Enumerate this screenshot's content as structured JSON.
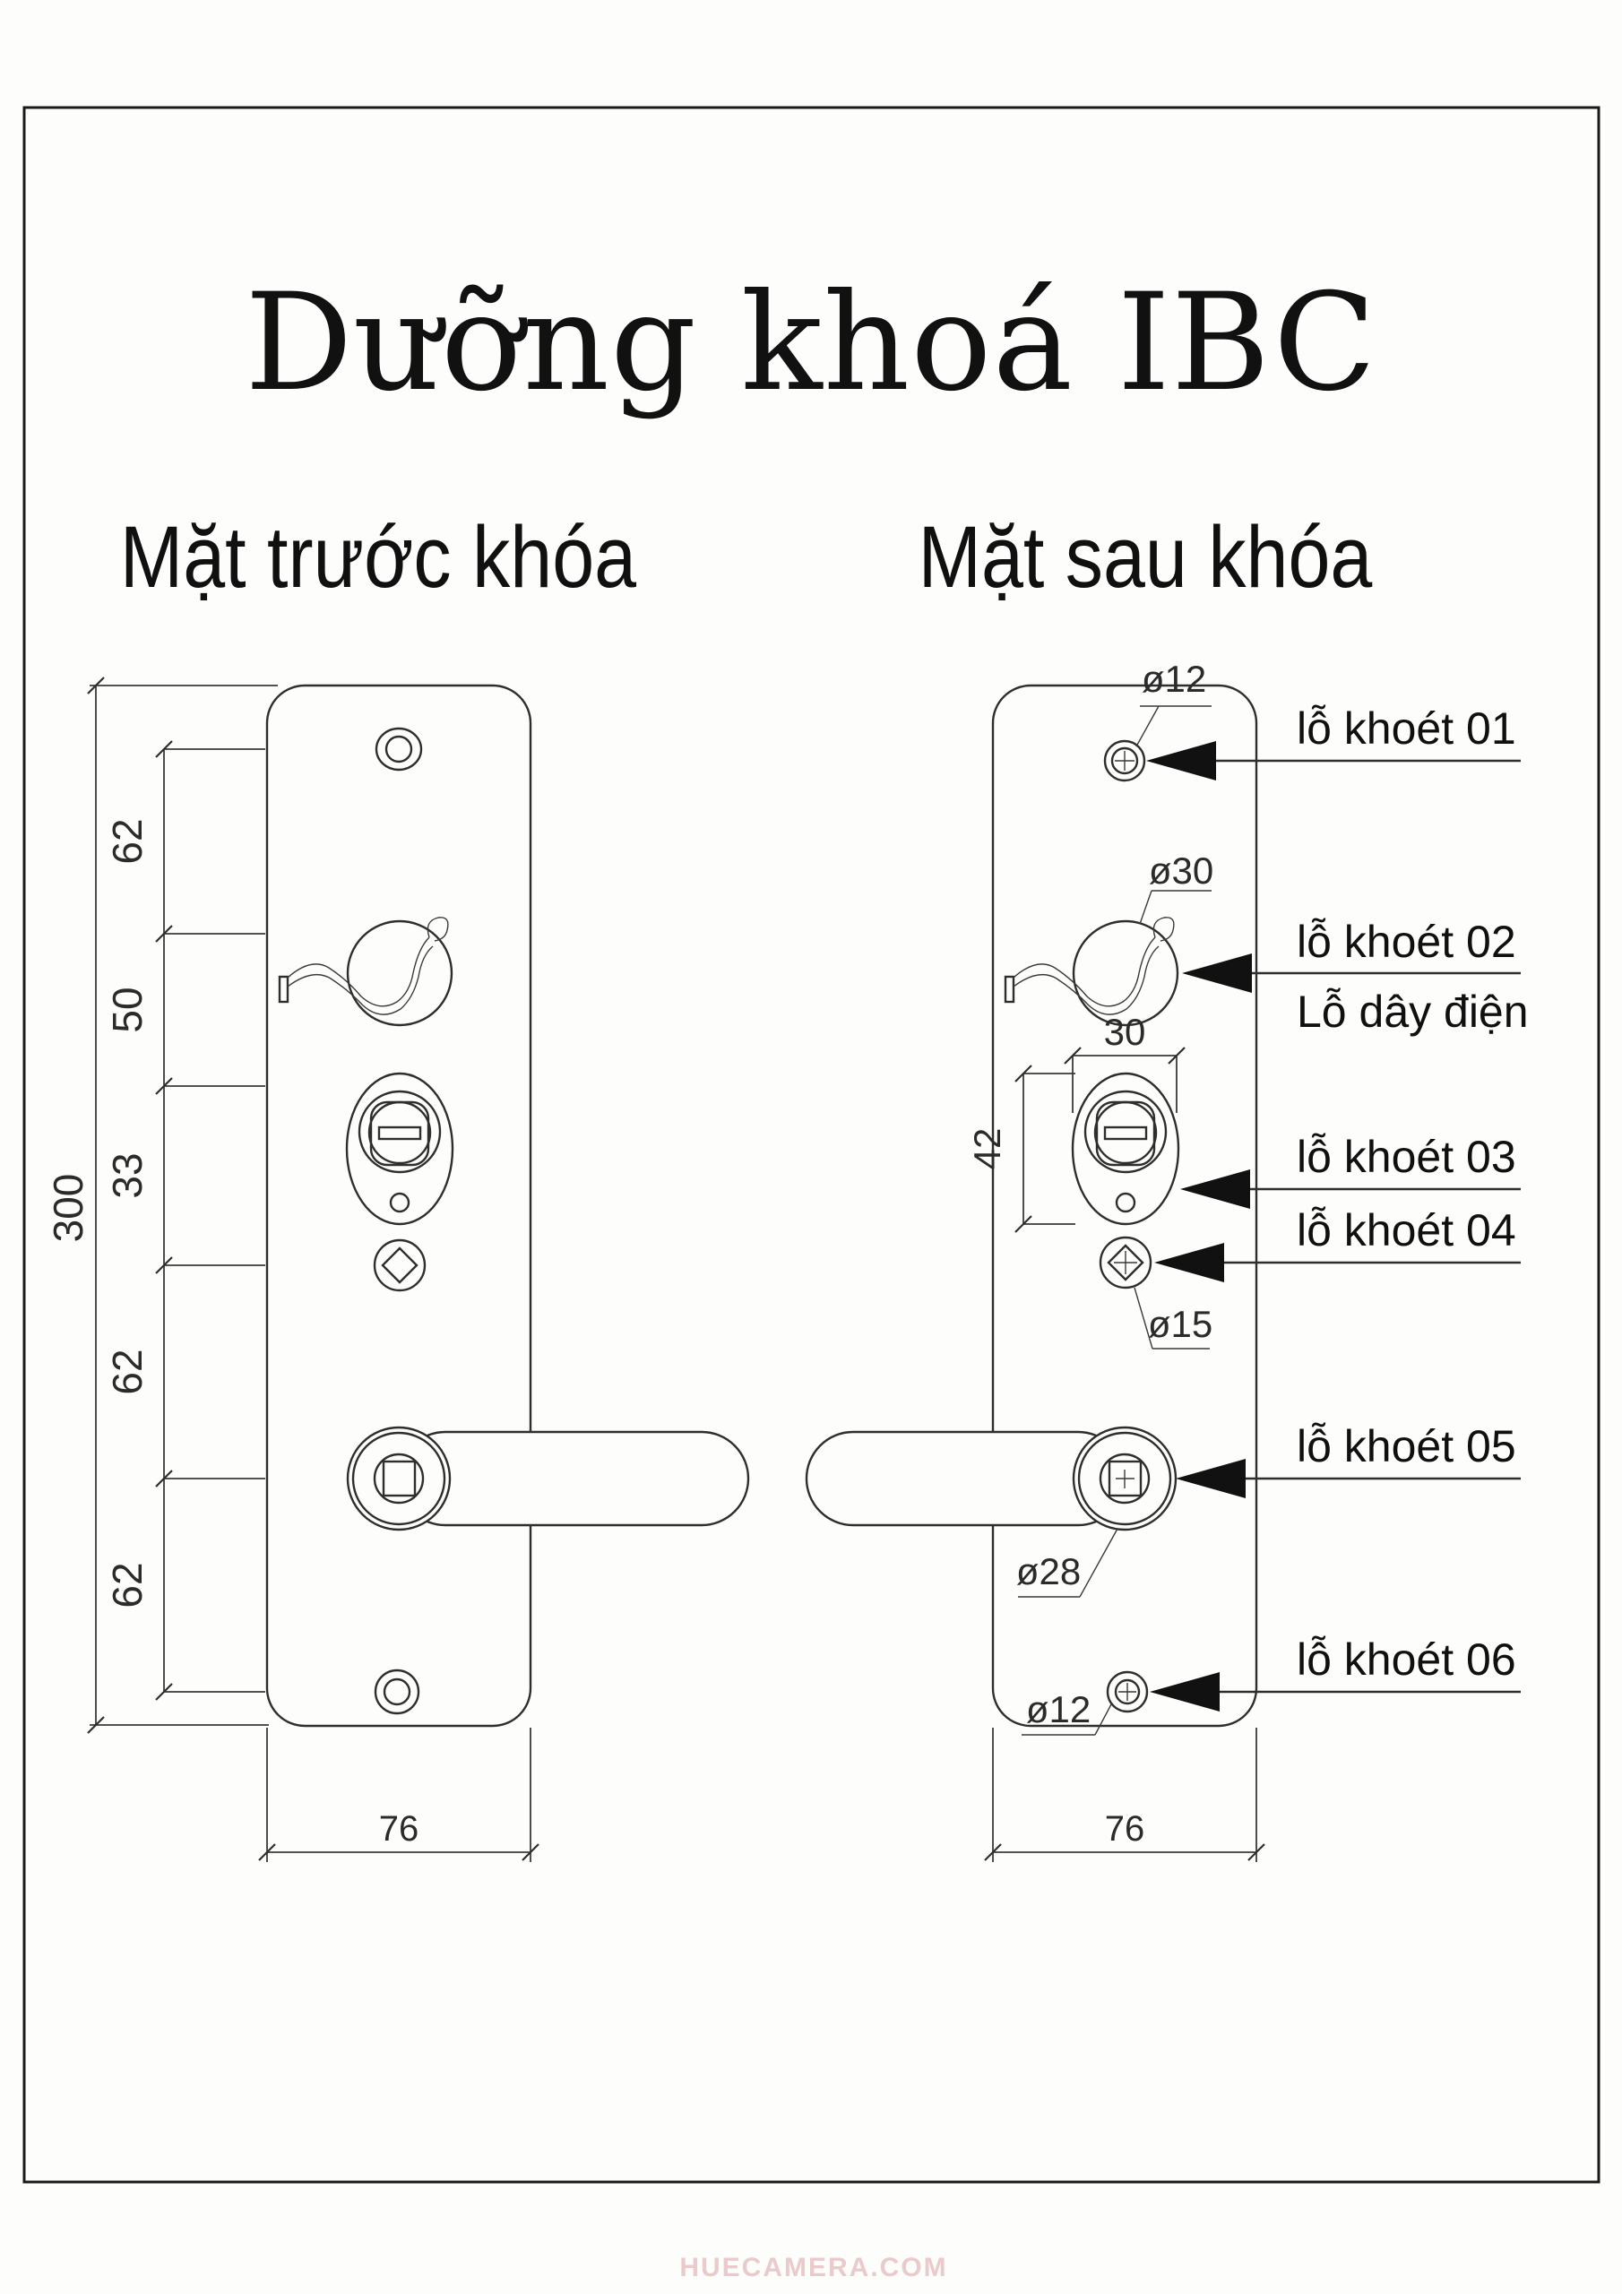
{
  "page": {
    "title": "Dưỡng khoá IBC",
    "watermark": "HUECAMERA.COM",
    "colors": {
      "line": "#2e2e2e",
      "text": "#101010",
      "watermark": "#dba0a0"
    }
  },
  "views": {
    "front": {
      "heading": "Mặt trước khóa",
      "height_dim": "300",
      "segment_dims": [
        "62",
        "50",
        "33",
        "62",
        "62"
      ],
      "width_dim": "76"
    },
    "back": {
      "heading": "Mặt sau khóa",
      "oval_width_dim": "30",
      "oval_height_dim": "42",
      "width_dim": "76"
    }
  },
  "callouts": [
    {
      "label": "lỗ khoét 01",
      "diameter": "ø12"
    },
    {
      "label": "lỗ khoét 02",
      "sublabel": "Lỗ dây điện",
      "diameter": "ø30"
    },
    {
      "label": "lỗ khoét 03"
    },
    {
      "label": "lỗ khoét 04",
      "diameter": "ø15"
    },
    {
      "label": "lỗ khoét 05",
      "diameter": "ø28"
    },
    {
      "label": "lỗ khoét 06",
      "diameter": "ø12"
    }
  ]
}
